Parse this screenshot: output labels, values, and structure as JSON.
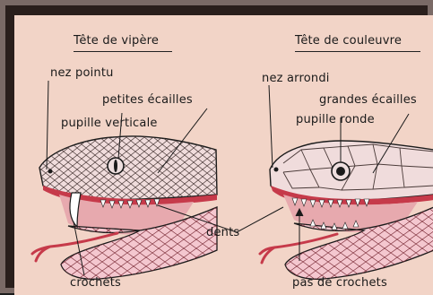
{
  "viper": {
    "title": "Tête de vipère",
    "labels": {
      "nose": "nez pointu",
      "scales": "petites écailles",
      "pupil": "pupille verticale",
      "fangs": "crochets"
    }
  },
  "colubrid": {
    "title": "Tête de couleuvre",
    "labels": {
      "nose": "nez arrondi",
      "scales": "grandes écailles",
      "pupil": "pupille ronde",
      "fangs": "pas de crochets"
    }
  },
  "shared": {
    "teeth": "dents"
  },
  "colors": {
    "frame": "#7a6a66",
    "background": "#f2d4c7",
    "mouth": "#c63a4a",
    "ink": "#1a1a1a"
  }
}
